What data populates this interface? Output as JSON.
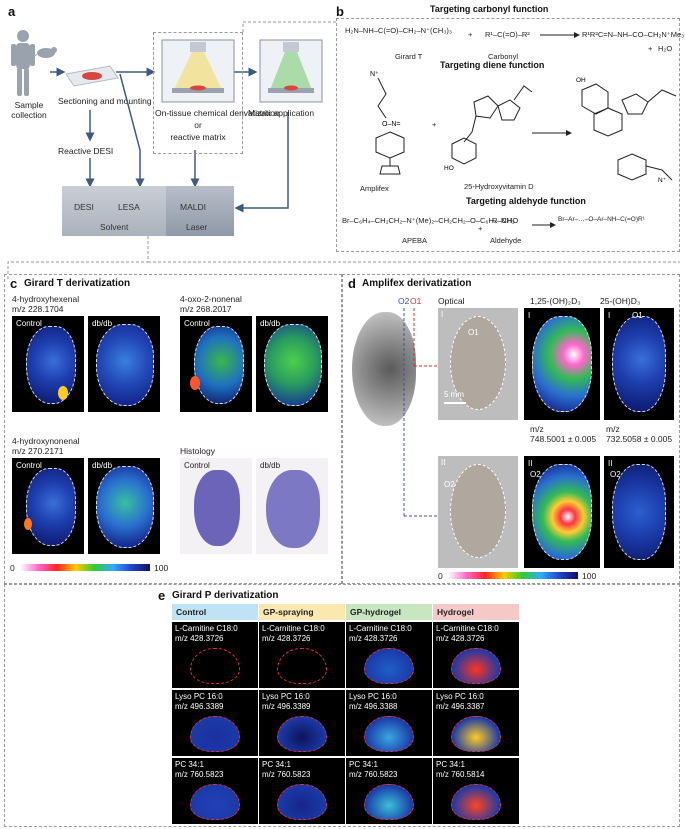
{
  "panel_a": {
    "letter": "a",
    "sample_collection": "Sample collection",
    "sectioning": "Sectioning and mounting",
    "on_tissue": "On-tissue chemical derivatization",
    "or": "or",
    "reactive_matrix": "reactive matrix",
    "matrix_application": "Matrix application",
    "reactive_desi": "Reactive DESI",
    "desi": "DESI",
    "lesa": "LESA",
    "maldi": "MALDI",
    "solvent": "Solvent",
    "laser": "Laser"
  },
  "panel_b": {
    "letter": "b",
    "carbonyl_title": "Targeting carbonyl function",
    "girard_t": "Girard T",
    "carbonyl": "Carbonyl",
    "h2o": "H₂O",
    "diene_title": "Targeting diene function",
    "amplifex": "Amplifex",
    "vitd": "25-Hydroxyvitamin D",
    "aldehyde_title": "Targeting aldehyde function",
    "apeba": "APEBA",
    "aldehyde": "Aldehyde"
  },
  "panel_c": {
    "letter": "c",
    "title": "Girard T derivatization",
    "groups": [
      {
        "name": "4-hydroxyhexenal",
        "mz": "m/z 228.1704"
      },
      {
        "name": "4-oxo-2-nonenal",
        "mz": "m/z 268.2017"
      },
      {
        "name": "4-hydroxynonenal",
        "mz": "m/z 270.2171"
      },
      {
        "name": "Histology",
        "mz": ""
      }
    ],
    "control": "Control",
    "dbdb": "db/db",
    "scale_min": "0",
    "scale_max": "100"
  },
  "panel_d": {
    "letter": "d",
    "title": "Amplifex derivatization",
    "o2": "O2",
    "o1": "O1",
    "optical": "Optical",
    "col2": "1,25-(OH)₂D₃",
    "col3": "25-(OH)D₃",
    "roman_1": "I",
    "roman_2": "II",
    "scale_bar": "5 mm",
    "mz_label": "m/z",
    "mz1": "748.5001 ± 0.005",
    "mz2": "732.5058 ± 0.005",
    "scale_min": "0",
    "scale_max": "100"
  },
  "panel_e": {
    "letter": "e",
    "title": "Girard P derivatization",
    "columns": [
      {
        "name": "Control",
        "color": "#bfe3f5"
      },
      {
        "name": "GP-spraying",
        "color": "#fbe7b0"
      },
      {
        "name": "GP-hydrogel",
        "color": "#c8e6c0"
      },
      {
        "name": "Hydrogel",
        "color": "#f6c9c9"
      }
    ],
    "rows": [
      {
        "name": "L-Carnitine C18:0",
        "mz": [
          "m/z 428.3726",
          "m/z 428.3726",
          "m/z 428.3726",
          "m/z 428.3726"
        ]
      },
      {
        "name": "Lyso PC 16:0",
        "mz": [
          "m/z 496.3389",
          "m/z 496.3389",
          "m/z 496.3388",
          "m/z 496.3387"
        ]
      },
      {
        "name": "PC 34:1",
        "mz": [
          "m/z 760.5823",
          "m/z 760.5823",
          "m/z 760.5823",
          "m/z 760.5814"
        ]
      }
    ]
  }
}
